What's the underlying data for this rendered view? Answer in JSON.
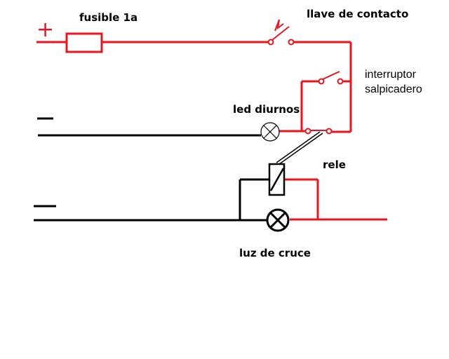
{
  "diagram": {
    "labels": {
      "positive_symbol": "+",
      "fuse": "fusible 1a",
      "ignition_key": "llave de contacto",
      "dash_switch_line1": "interruptor",
      "dash_switch_line2": "salpicadero",
      "drl_led": "led diurnos",
      "relay": "rele",
      "low_beam": "luz de cruce",
      "negative_symbol_1": "—",
      "negative_symbol_2": "—"
    },
    "colors": {
      "positive_wire": "#e8141e",
      "negative_wire": "#000000"
    }
  }
}
